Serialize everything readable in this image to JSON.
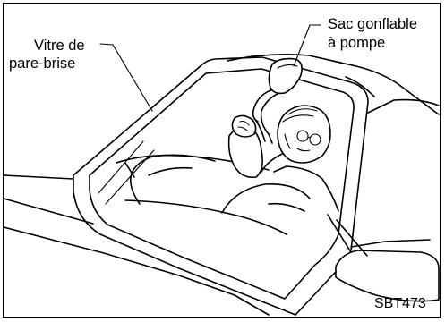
{
  "labels": {
    "windshield_line1": "Vitre de",
    "windshield_line2": "pare-brise",
    "airbag_line1": "Sac gonflable",
    "airbag_line2": "à pompe",
    "figure_code": "SBT473"
  }
}
